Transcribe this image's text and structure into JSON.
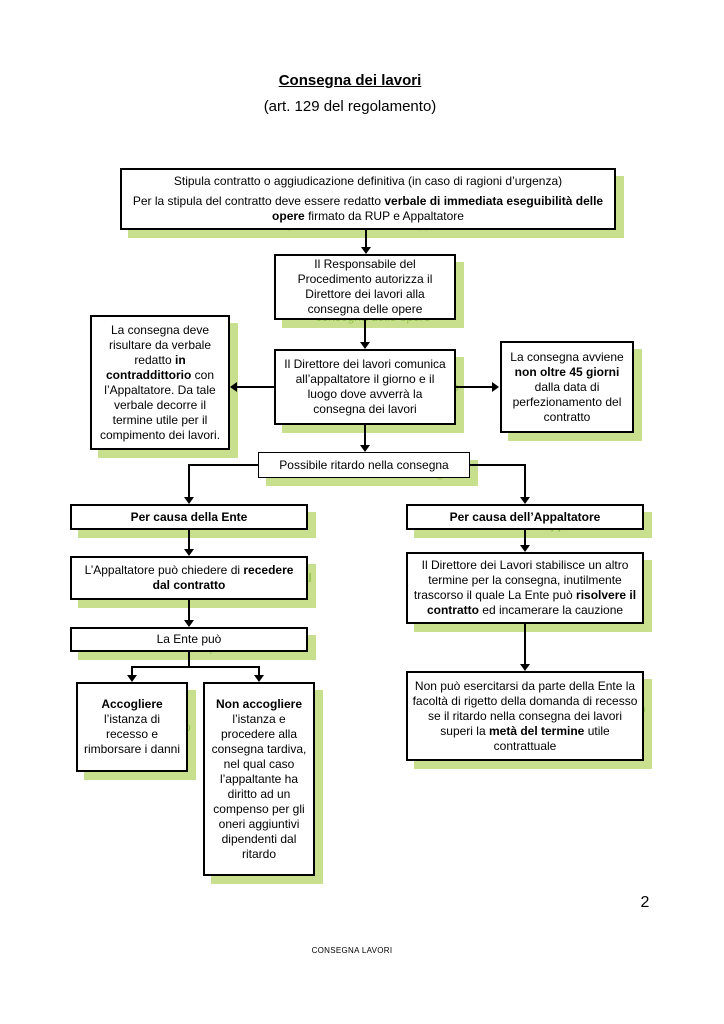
{
  "page": {
    "title": "Consegna dei lavori",
    "subtitle": "(art. 129 del regolamento)",
    "page_number": "2",
    "footer": "CONSEGNA LAVORI"
  },
  "colors": {
    "box_border": "#000000",
    "box_background": "#ffffff",
    "shadow_green": "#c8df8e",
    "ghost_text_green": "#93c24e"
  },
  "nodes": {
    "stipula": {
      "paras": [
        [
          {
            "t": "Stipula contratto o aggiudicazione definitiva (in caso di ragioni d’urgenza)"
          }
        ],
        [
          {
            "t": "Per la stipula del contratto deve essere redatto "
          },
          {
            "t": "verbale di immediata eseguibilità delle opere",
            "b": 1
          },
          {
            "t": " firmato da RUP e Appaltatore"
          }
        ]
      ]
    },
    "autorizza": {
      "paras": [
        [
          {
            "t": "Il Responsabile del Procedimento autorizza il Direttore dei lavori alla consegna delle opere"
          }
        ]
      ]
    },
    "verbale": {
      "paras": [
        [
          {
            "t": "La consegna deve risultare da verbale redatto "
          },
          {
            "t": "in contraddittorio",
            "b": 1
          },
          {
            "t": " con l’Appaltatore. Da tale verbale decorre il termine utile per il compimento dei lavori."
          }
        ]
      ]
    },
    "comunica": {
      "paras": [
        [
          {
            "t": "Il Direttore dei lavori comunica all’appaltatore il giorno e il luogo dove avverrà la consegna dei lavori"
          }
        ]
      ]
    },
    "giorni45": {
      "paras": [
        [
          {
            "t": "La consegna avviene "
          },
          {
            "t": "non oltre 45 giorni",
            "b": 1
          },
          {
            "t": " dalla data di perfezionamento del contratto"
          }
        ]
      ]
    },
    "ritardo": {
      "paras": [
        [
          {
            "t": "Possibile ritardo nella consegna"
          }
        ]
      ]
    },
    "causa_ente": {
      "paras": [
        [
          {
            "t": "Per causa della Ente",
            "b": 1
          }
        ]
      ]
    },
    "causa_appaltatore": {
      "paras": [
        [
          {
            "t": "Per causa dell’Appaltatore",
            "b": 1
          }
        ]
      ]
    },
    "recedere": {
      "paras": [
        [
          {
            "t": "L’Appaltatore può chiedere di "
          },
          {
            "t": "recedere dal contratto",
            "b": 1
          }
        ]
      ]
    },
    "nuovo_termine": {
      "paras": [
        [
          {
            "t": "Il Direttore dei Lavori stabilisce un altro termine per la consegna, inutilmente trascorso il quale La Ente può "
          },
          {
            "t": "risolvere il contratto",
            "b": 1
          },
          {
            "t": " ed incamerare la cauzione"
          }
        ]
      ]
    },
    "ente_puo": {
      "paras": [
        [
          {
            "t": "La Ente può"
          }
        ]
      ]
    },
    "accogliere": {
      "paras": [
        [
          {
            "t": "Accogliere",
            "b": 1
          },
          {
            "t": " l’istanza di recesso e rimborsare i danni"
          }
        ]
      ]
    },
    "non_accogliere": {
      "paras": [
        [
          {
            "t": "Non accogliere",
            "b": 1
          },
          {
            "t": " l’istanza e procedere alla consegna tardiva, nel qual caso l’appaltante ha diritto ad un compenso per gli oneri aggiuntivi dipendenti dal ritardo"
          }
        ]
      ]
    },
    "rigetto": {
      "paras": [
        [
          {
            "t": "Non può esercitarsi da parte della Ente la facoltà di rigetto della domanda di recesso se il ritardo nella consegna dei lavori superi la "
          },
          {
            "t": "metà del termine",
            "b": 1
          },
          {
            "t": " utile contrattuale"
          }
        ]
      ]
    }
  }
}
